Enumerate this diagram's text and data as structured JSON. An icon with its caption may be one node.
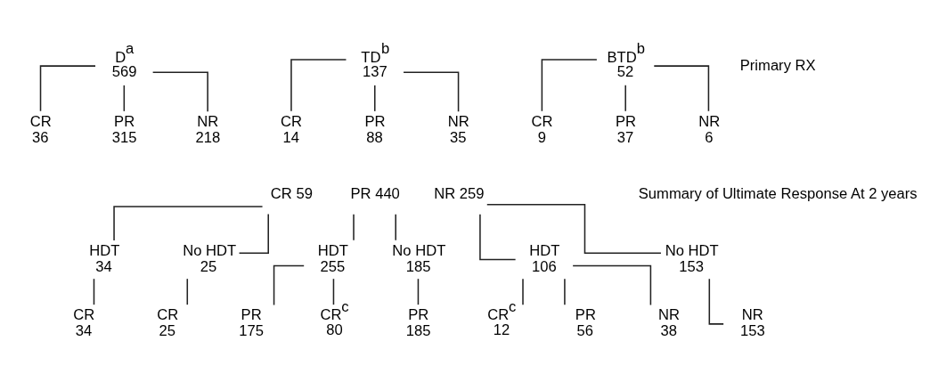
{
  "diagram": {
    "nodes": [
      {
        "text": [
          "D$^{a}$",
          "569"
        ]
      },
      {
        "text": [
          "TD$^{b}$",
          "137"
        ]
      },
      {
        "text": [
          "BTD$^{b}$",
          "52"
        ]
      },
      {
        "text": [
          "CR",
          "36"
        ]
      },
      {
        "text": [
          "PR",
          "315"
        ]
      },
      {
        "text": [
          "NR",
          "218"
        ]
      },
      {
        "text": [
          "CR",
          "14"
        ]
      },
      {
        "text": [
          "PR",
          "88"
        ]
      },
      {
        "text": [
          "NR",
          "35"
        ]
      },
      {
        "text": [
          "CR",
          "9"
        ]
      },
      {
        "text": [
          "PR",
          "37"
        ]
      },
      {
        "text": [
          "NR",
          "6"
        ]
      },
      {
        "text": [
          "CR 59"
        ]
      },
      {
        "text": [
          "PR 440"
        ]
      },
      {
        "text": [
          "NR 259"
        ]
      },
      {
        "text": [
          "HDT",
          "34"
        ]
      },
      {
        "text": [
          "No HDT",
          "25"
        ]
      },
      {
        "text": [
          "HDT",
          "255"
        ]
      },
      {
        "text": [
          "No HDT",
          "185"
        ]
      },
      {
        "text": [
          "HDT",
          "106"
        ]
      },
      {
        "text": [
          "No HDT",
          "153"
        ]
      },
      {
        "text": [
          "CR",
          "34"
        ]
      },
      {
        "text": [
          "CR",
          "25"
        ]
      },
      {
        "text": [
          "CR$^{c}$",
          "80"
        ]
      },
      {
        "text": [
          "PR",
          "175"
        ]
      },
      {
        "text": [
          "PR",
          "185"
        ]
      },
      {
        "text": [
          "CR$^{c}$",
          "12"
        ]
      },
      {
        "text": [
          "PR",
          "56"
        ]
      },
      {
        "text": [
          "NR",
          "38"
        ]
      },
      {
        "text": [
          "NR",
          "153"
        ]
      }
    ],
    "edges": [
      {
        "from": 0,
        "to": 3,
        "arrow": "none"
      },
      {
        "from": 0,
        "to": 4,
        "arrow": "none"
      },
      {
        "from": 0,
        "to": 5,
        "arrow": "none"
      },
      {
        "from": 1,
        "to": 6,
        "arrow": "none"
      },
      {
        "from": 1,
        "to": 7,
        "arrow": "none"
      },
      {
        "from": 1,
        "to": 8,
        "arrow": "none"
      },
      {
        "from": 2,
        "to": 9,
        "arrow": "none"
      },
      {
        "from": 2,
        "to": 10,
        "arrow": "none"
      },
      {
        "from": 2,
        "to": 11,
        "arrow": "none"
      },
      {
        "from": 12,
        "to": 15,
        "arrow": "none"
      },
      {
        "from": 12,
        "to": 16,
        "arrow": "none"
      },
      {
        "from": 13,
        "to": 17,
        "arrow": "none"
      },
      {
        "from": 13,
        "to": 18,
        "arrow": "none"
      },
      {
        "from": 14,
        "to": 19,
        "arrow": "none"
      },
      {
        "from": 14,
        "to": 20,
        "arrow": "none"
      },
      {
        "from": 15,
        "to": 21,
        "arrow": "none"
      },
      {
        "from": 16,
        "to": 22,
        "arrow": "none"
      },
      {
        "from": 17,
        "to": 23,
        "arrow": "none"
      },
      {
        "from": 17,
        "to": 24,
        "arrow": "none"
      },
      {
        "from": 18,
        "to": 25,
        "arrow": "none"
      },
      {
        "from": 19,
        "to": 26,
        "arrow": "none"
      },
      {
        "from": 19,
        "to": 27,
        "arrow": "none"
      },
      {
        "from": 19,
        "to": 28,
        "arrow": "none"
      },
      {
        "from": 20,
        "to": 29,
        "arrow": "none"
      }
    ],
    "labels": [
      "Primary RX",
      "Summary of Ultimate Response At 2 years"
    ]
  }
}
